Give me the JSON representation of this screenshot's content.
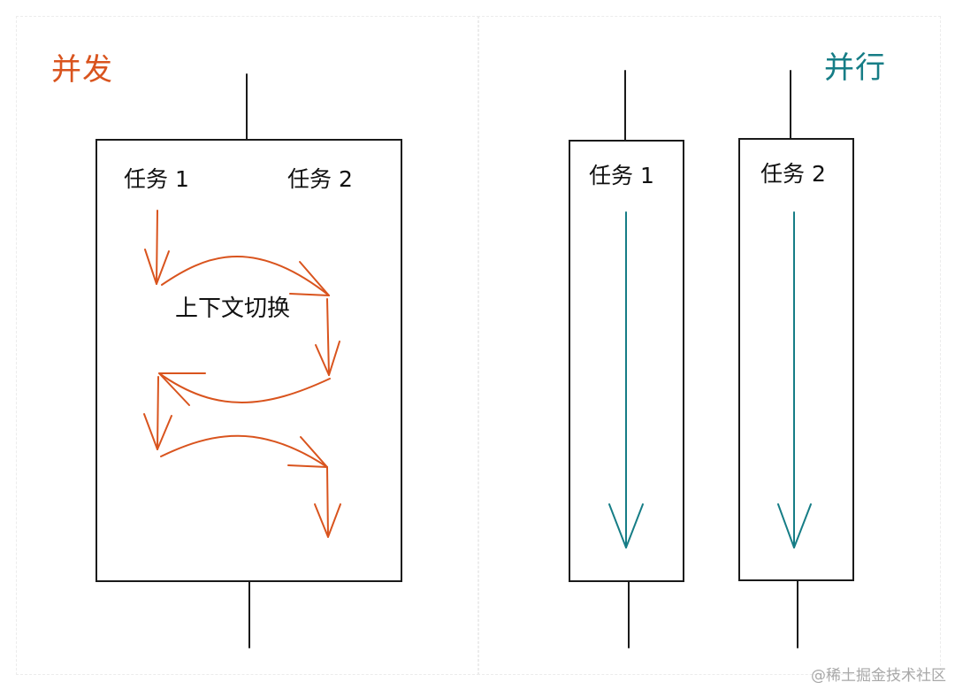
{
  "concurrent": {
    "heading": "并发",
    "task1_label": "任务 1",
    "task2_label": "任务 2",
    "context_switch_label": "上下文切换"
  },
  "parallel": {
    "heading": "并行",
    "task1_label": "任务 1",
    "task2_label": "任务 2"
  },
  "watermark": "@稀土掘金技术社区",
  "colors": {
    "concurrent_accent": "#d9541e",
    "parallel_accent": "#167d86",
    "line": "#1a1a1a"
  }
}
